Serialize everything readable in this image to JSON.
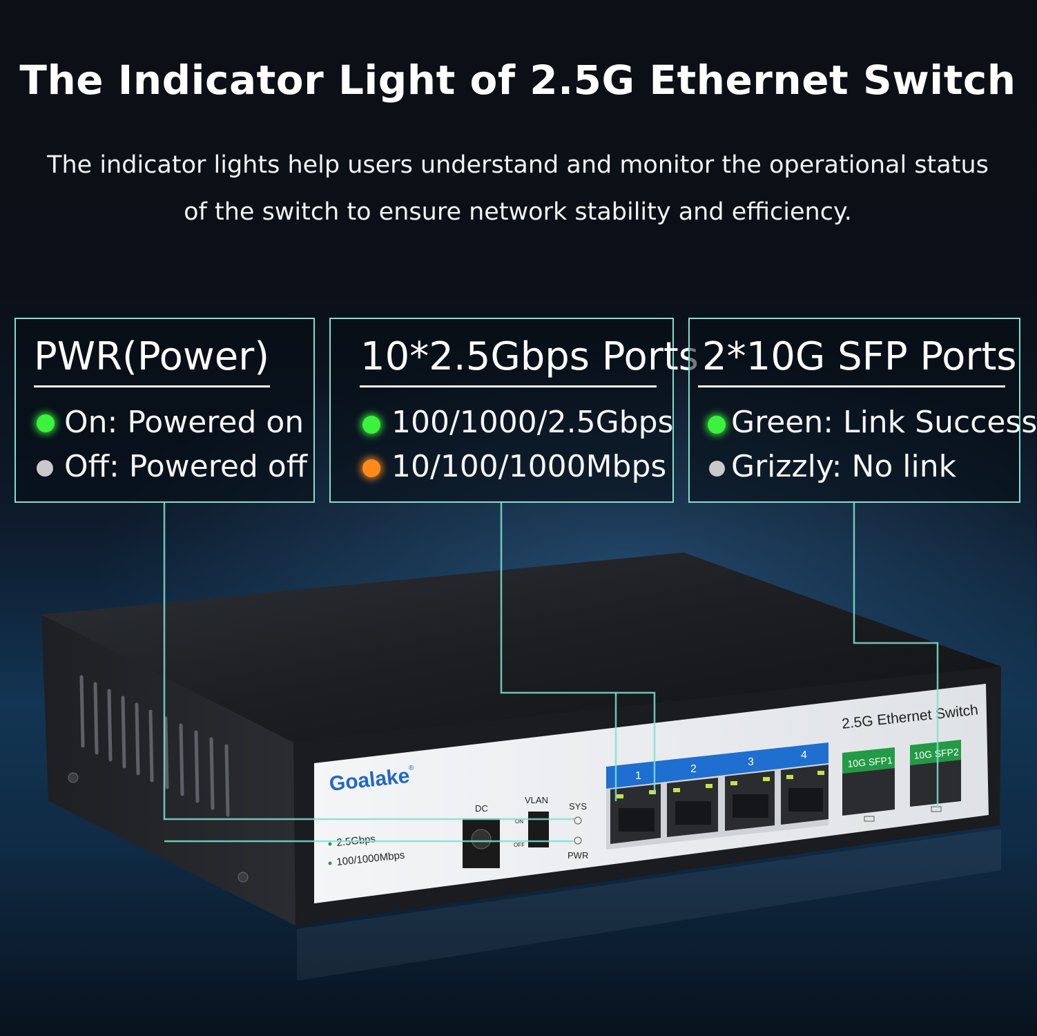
{
  "title": "The Indicator Light of 2.5G Ethernet Switch",
  "subtitle_line1": "The indicator lights help users understand and monitor the operational status",
  "subtitle_line2": "of the switch to ensure network stability and efficiency.",
  "cards": [
    {
      "heading": "PWR(Power)",
      "items": [
        {
          "text": "On: Powered on",
          "led": "green"
        },
        {
          "text": "Off: Powered off",
          "led": "grey"
        }
      ]
    },
    {
      "heading": "10*2.5Gbps Ports",
      "items": [
        {
          "text": "100/1000/2.5Gbps",
          "led": "green"
        },
        {
          "text": "10/100/1000Mbps",
          "led": "orange"
        }
      ]
    },
    {
      "heading": "2*10G SFP Ports",
      "items": [
        {
          "text": "Green: Link Success",
          "led": "green"
        },
        {
          "text": "Grizzly: No link",
          "led": "grey"
        }
      ]
    }
  ],
  "device": {
    "brand": "Goalake",
    "registered": "®",
    "model_label": "2.5G Ethernet Switch",
    "dc_label": "DC",
    "vlan_label": "VLAN",
    "vlan_on": "ON",
    "vlan_off": "OFF",
    "sys_label": "SYS",
    "pwr_label": "PWR",
    "legend_1": "2.5Gbps",
    "legend_2": "100/1000Mbps",
    "port_numbers": [
      "1",
      "2",
      "3",
      "4"
    ],
    "sfp_labels": [
      "10G SFP1",
      "10G SFP2"
    ]
  },
  "colors": {
    "leader_line": "#7fe2cf",
    "port_strip": "#1e6fd0",
    "sfp_strip": "#239a45",
    "brand": "#2268c4"
  }
}
